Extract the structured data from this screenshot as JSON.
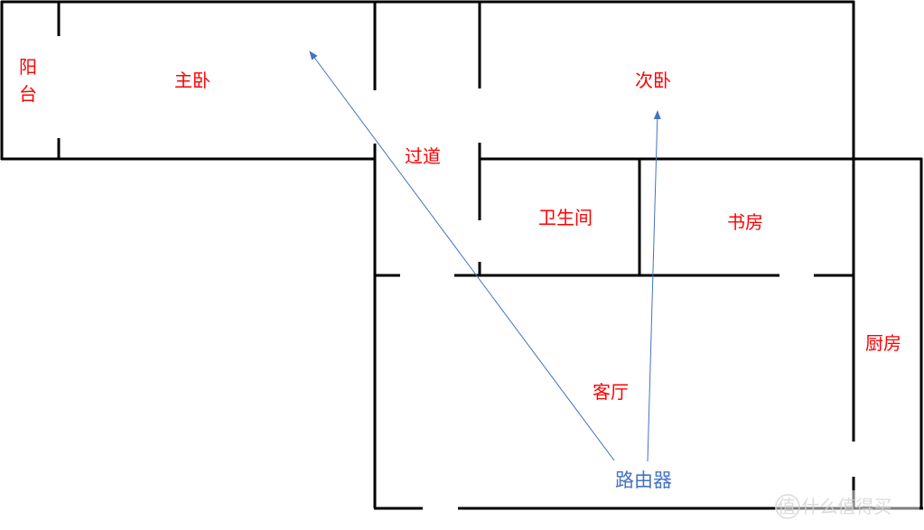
{
  "diagram": {
    "type": "floor-plan",
    "colors": {
      "wall": "#000000",
      "room_label": "#ff0000",
      "router": "#4472c4",
      "signal_line": "#4472c4",
      "watermark": "#d8d8d8"
    },
    "rooms": [
      {
        "id": "balcony",
        "label": "阳台",
        "label_lines": [
          "阳",
          "台"
        ]
      },
      {
        "id": "master-bedroom",
        "label": "主卧"
      },
      {
        "id": "hallway",
        "label": "过道"
      },
      {
        "id": "second-bedroom",
        "label": "次卧"
      },
      {
        "id": "bathroom",
        "label": "卫生间"
      },
      {
        "id": "study",
        "label": "书房"
      },
      {
        "id": "living-room",
        "label": "客厅"
      },
      {
        "id": "kitchen",
        "label": "厨房"
      }
    ],
    "router": {
      "label": "路由器"
    },
    "signal_paths": [
      {
        "from": "路由器",
        "to": "主卧"
      },
      {
        "from": "路由器",
        "to": "次卧"
      }
    ],
    "watermark": {
      "text": "值 什么值得买"
    }
  }
}
